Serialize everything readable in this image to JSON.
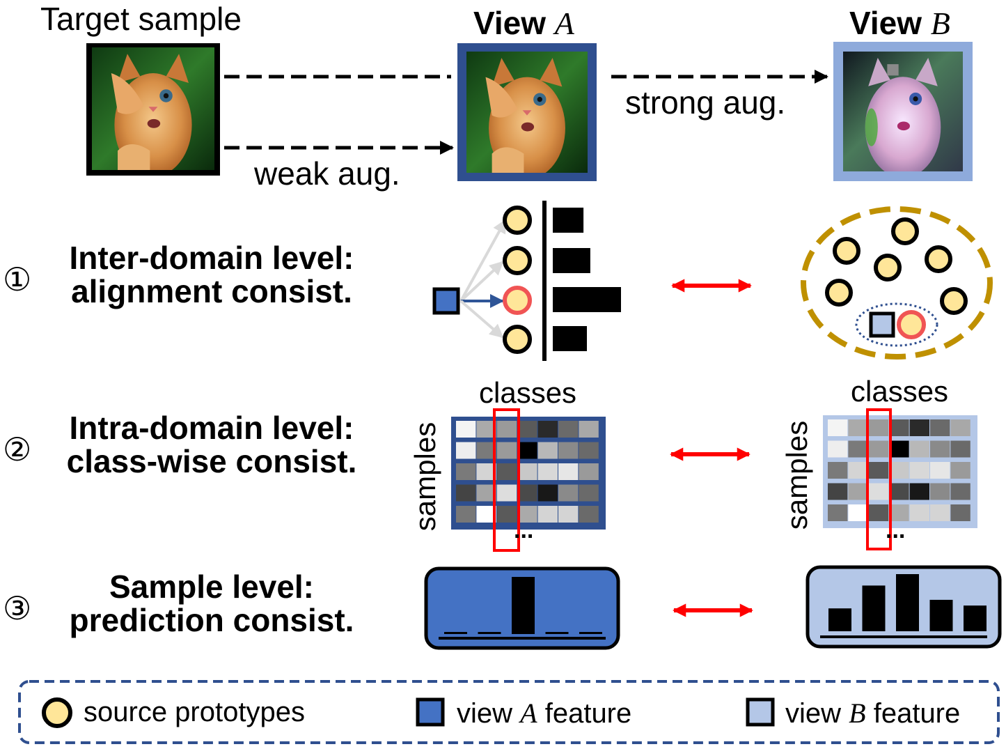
{
  "header": {
    "target_label": "Target sample",
    "view_a_label": "View",
    "view_a_letter": "A",
    "view_b_label": "View",
    "view_b_letter": "B",
    "weak_aug": "weak aug.",
    "strong_aug": "strong aug."
  },
  "levels": [
    {
      "num": "①",
      "line1": "Inter-domain level:",
      "line2": "alignment consist."
    },
    {
      "num": "②",
      "line1": "Intra-domain level:",
      "line2": "class-wise consist."
    },
    {
      "num": "③",
      "line1": "Sample level:",
      "line2": "prediction consist."
    }
  ],
  "matrix": {
    "classes_label": "classes",
    "samples_label": "samples",
    "ellipsis": "...",
    "grays_a": [
      [
        "#f4f4f4",
        "#aaaaaa",
        "#9a9a9a",
        "#5a5a5a",
        "#2a2a2a",
        "#6a6a6a",
        "#a8a8a8"
      ],
      [
        "#eeeeee",
        "#7a7a7a",
        "#9a9a9a",
        "#000000",
        "#b8b8b8",
        "#8a8a8a",
        "#6a6a6a"
      ],
      [
        "#7a7a7a",
        "#d4d4d4",
        "#5a5a5a",
        "#c8c8c8",
        "#d8d8d8",
        "#e6e6e6",
        "#9a9a9a"
      ],
      [
        "#444444",
        "#a4a4a4",
        "#dddddd",
        "#4a4a4a",
        "#181818",
        "#8a8a8a",
        "#6a6a6a"
      ],
      [
        "#777777",
        "#ffffff",
        "#5a5a5a",
        "#aaaaaa",
        "#d4d4d4",
        "#d4d4d4",
        "#6a6a6a"
      ]
    ],
    "grays_b": [
      [
        "#f4f4f4",
        "#aaaaaa",
        "#9a9a9a",
        "#5a5a5a",
        "#2a2a2a",
        "#6a6a6a",
        "#a8a8a8"
      ],
      [
        "#eeeeee",
        "#7a7a7a",
        "#9a9a9a",
        "#000000",
        "#b8b8b8",
        "#8a8a8a",
        "#6a6a6a"
      ],
      [
        "#7a7a7a",
        "#d4d4d4",
        "#5a5a5a",
        "#c8c8c8",
        "#d8d8d8",
        "#e6e6e6",
        "#9a9a9a"
      ],
      [
        "#444444",
        "#a4a4a4",
        "#dddddd",
        "#4a4a4a",
        "#181818",
        "#8a8a8a",
        "#6a6a6a"
      ],
      [
        "#777777",
        "#ffffff",
        "#5a5a5a",
        "#aaaaaa",
        "#d4d4d4",
        "#d4d4d4",
        "#6a6a6a"
      ]
    ]
  },
  "prototype_bars": [
    0.45,
    0.55,
    1.0,
    0.5
  ],
  "prediction_a": [
    0.03,
    0.03,
    1.0,
    0.03,
    0.03
  ],
  "prediction_b": [
    0.4,
    0.8,
    1.0,
    0.55,
    0.45
  ],
  "legend": {
    "source_prototypes": "source prototypes",
    "view_a_prefix": "view",
    "view_a_letter": "A",
    "view_a_suffix": "feature",
    "view_b_prefix": "view",
    "view_b_letter": "B",
    "view_b_suffix": "feature"
  },
  "colors": {
    "view_a": "#3a5ba4",
    "view_a_fill": "#4472c4",
    "view_b": "#8eaadb",
    "view_b_fill": "#b4c7e7",
    "prototype_fill": "#ffe699",
    "highlight": "#f05454",
    "red_arrow": "#ff0000",
    "cluster_dash": "#bf9000",
    "legend_border": "#2f4f8f"
  },
  "images": {
    "target_icon": "cat-photo-icon",
    "view_a_icon": "cat-photo-weak-aug-icon",
    "view_b_icon": "cat-photo-strong-aug-icon"
  }
}
